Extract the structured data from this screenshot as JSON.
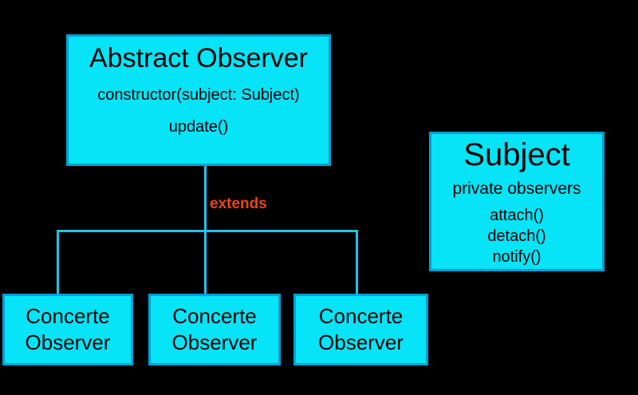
{
  "diagram": {
    "background_color": "#000000",
    "node_fill_color": "#07e3f7",
    "node_border_color": "#00a0d6",
    "connector_color": "#22c1ee",
    "text_color": "#000000",
    "nodes": {
      "abstract_observer": {
        "title": "Abstract Observer",
        "members": [
          "constructor(subject: Subject)",
          "update()"
        ]
      },
      "subject": {
        "title": "Subject",
        "attribute": "private observers",
        "methods": [
          "attach()",
          "detach()",
          "notify()"
        ]
      },
      "concrete_observers": [
        {
          "label": "Concerte Observer"
        },
        {
          "label": "Concerte Observer"
        },
        {
          "label": "Concerte Observer"
        }
      ]
    },
    "edges": {
      "extends_label": "extends",
      "extends_label_color": "#ea4517"
    }
  }
}
